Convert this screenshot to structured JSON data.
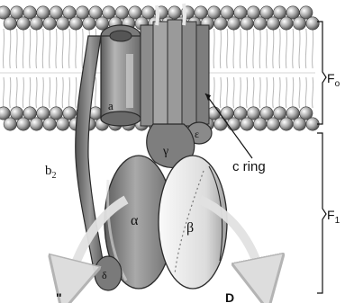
{
  "labels": {
    "a": "a",
    "b2": "b",
    "b2_sub": "2",
    "gamma": "γ",
    "epsilon": "ε",
    "c_ring": "c ring",
    "alpha": "α",
    "beta": "β",
    "delta": "δ",
    "fo": "F",
    "fo_sub": "o",
    "f1": "F",
    "f1_sub": "1",
    "bottom_left": "\"   ",
    "bottom_right": "D   "
  },
  "colors": {
    "lipid_head": "#9a9a9a",
    "subunit_fill": "#8a8a8a",
    "subunit_light": "#e9e9e9",
    "outline": "#2a2a2a",
    "arrow": "#e6e6e6"
  }
}
